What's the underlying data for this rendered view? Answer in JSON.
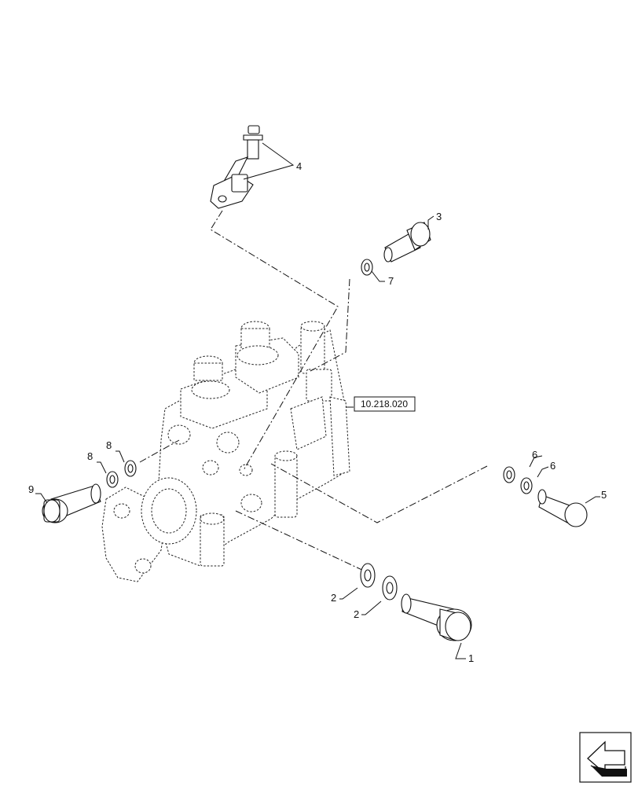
{
  "diagram": {
    "reference_box": "10.218.020",
    "callouts": {
      "c1": "1",
      "c2a": "2",
      "c2b": "2",
      "c3": "3",
      "c4": "4",
      "c5": "5",
      "c6a": "6",
      "c6b": "6",
      "c7": "7",
      "c8a": "8",
      "c8b": "8",
      "c9": "9"
    },
    "nav_icon": "arrow-navigation-icon"
  }
}
